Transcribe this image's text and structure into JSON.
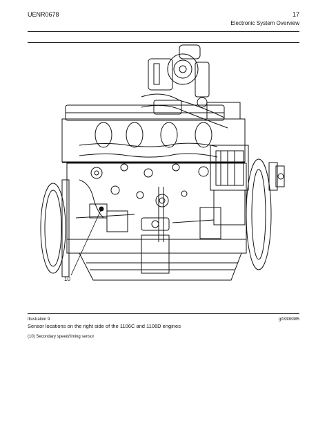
{
  "header": {
    "doc_id": "UENR0678",
    "page_number": "17",
    "section_title": "Electronic System Overview"
  },
  "illustration": {
    "label": "Illustration 9",
    "id": "g03338385",
    "caption": "Sensor locations on the right side of the 1106C and 1106D engines",
    "callout_number": "10",
    "callout_description": "(10) Secondary speed/timing sensor"
  }
}
